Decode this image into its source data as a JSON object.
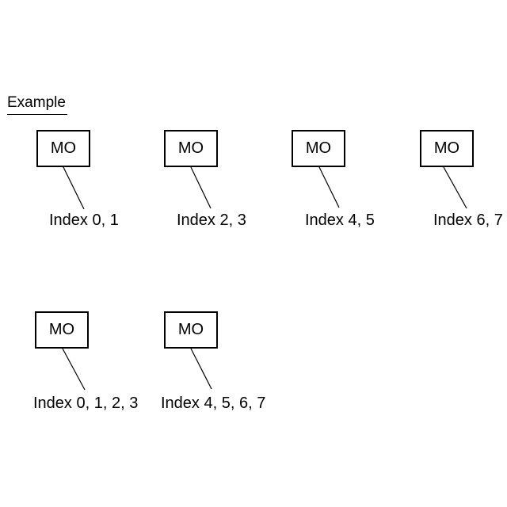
{
  "title": "Example",
  "nodes": [
    {
      "box_label": "MO",
      "index_label": "Index 0, 1"
    },
    {
      "box_label": "MO",
      "index_label": "Index 2, 3"
    },
    {
      "box_label": "MO",
      "index_label": "Index 4, 5"
    },
    {
      "box_label": "MO",
      "index_label": "Index 6, 7"
    },
    {
      "box_label": "MO",
      "index_label": "Index 0, 1, 2, 3"
    },
    {
      "box_label": "MO",
      "index_label": "Index 4, 5, 6, 7"
    }
  ],
  "colors": {
    "background": "#ffffff",
    "line": "#000000",
    "text": "#000000"
  }
}
